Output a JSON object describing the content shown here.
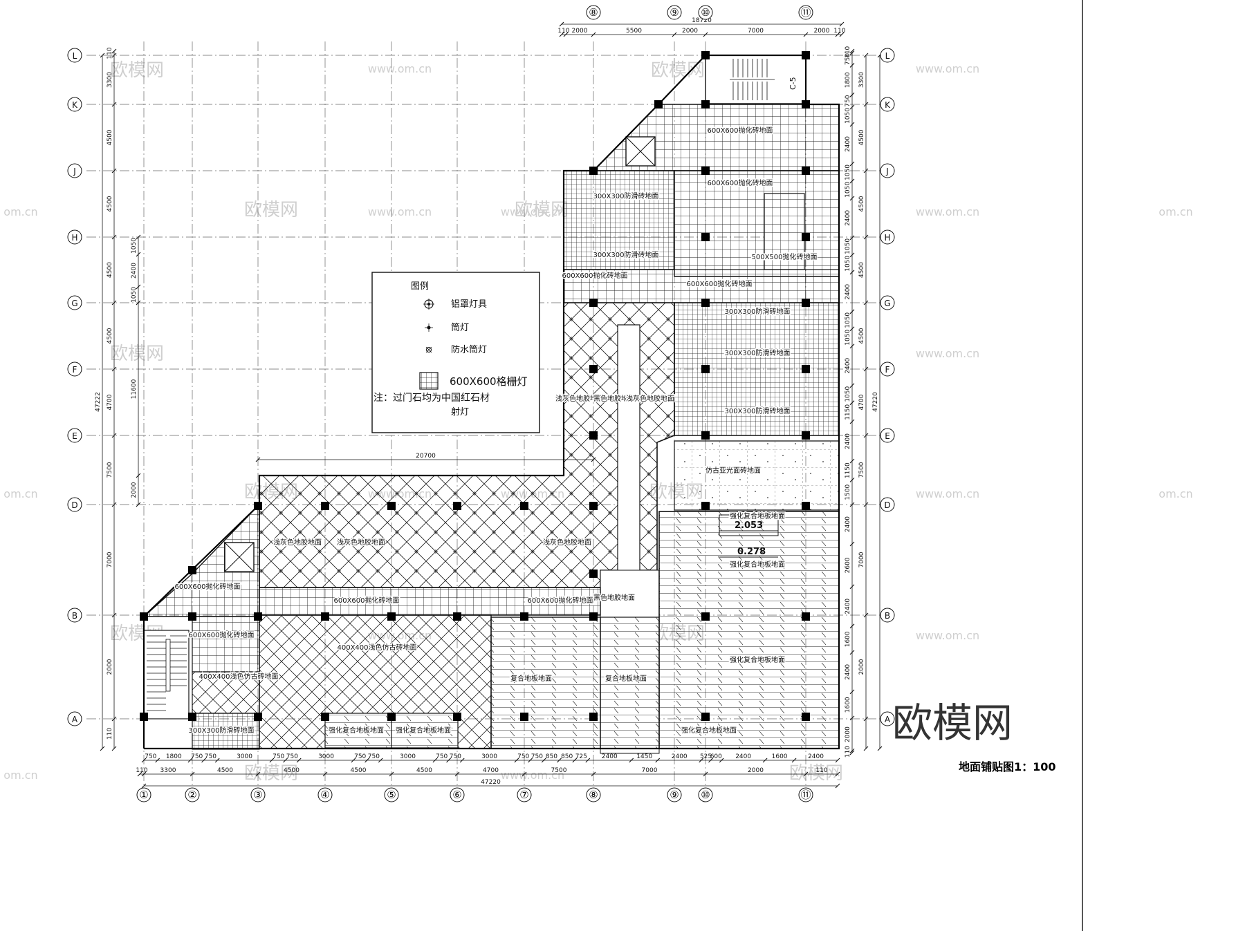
{
  "drawing": {
    "title": "地面铺贴图1：100",
    "brand": "欧模网"
  },
  "axes": {
    "columns": [
      "①",
      "②",
      "③",
      "④",
      "⑤",
      "⑥",
      "⑦",
      "⑧",
      "⑨",
      "⑩",
      "⑪"
    ],
    "rows": [
      "L",
      "K",
      "J",
      "H",
      "G",
      "F",
      "E",
      "D",
      "B",
      "A"
    ]
  },
  "dimensions": {
    "top_total": "18720",
    "top": [
      "110",
      "2000",
      "5500",
      "2000",
      "7000",
      "2000",
      "110"
    ],
    "bottom_total": "47220",
    "bottom": [
      "110",
      "3300",
      "4500",
      "4500",
      "4500",
      "4500",
      "4700",
      "7500",
      "7000",
      "2000",
      "110"
    ],
    "bottom_detail": [
      "750",
      "1800",
      "750",
      "750",
      "3000",
      "750",
      "750",
      "3000",
      "750",
      "750",
      "3000",
      "750",
      "750",
      "3000",
      "750",
      "750",
      "850",
      "850",
      "725",
      "2400",
      "1450",
      "2400",
      "525",
      "600",
      "2400",
      "1600",
      "2400"
    ],
    "left_total": "47222",
    "left": [
      "110",
      "3300",
      "4500",
      "4500",
      "4500",
      "4500",
      "4700",
      "7500",
      "7000",
      "2000",
      "110"
    ],
    "left_inner": [
      "1050",
      "2400",
      "1050",
      "11600",
      "2000"
    ],
    "right_total": "47220",
    "right_detail": [
      "110",
      "750",
      "1800",
      "750",
      "1050",
      "2400",
      "1050",
      "1050",
      "2400",
      "1050",
      "1050",
      "2400",
      "1050",
      "1050",
      "2400",
      "1050",
      "1150",
      "2400",
      "1150",
      "1500",
      "2400",
      "2600",
      "2400",
      "1600",
      "2400",
      "1600",
      "2000",
      "110"
    ],
    "right_major": [
      "3300",
      "4500",
      "4500",
      "4500",
      "4500",
      "4700",
      "7500",
      "7000",
      "2000"
    ],
    "span": "20700"
  },
  "legend": {
    "heading": "图例",
    "items": [
      "铝罩灯具",
      "筒灯",
      "防水筒灯",
      "600X600格栅灯"
    ],
    "note": "注：过门石均为中国红石材",
    "extra": "射灯"
  },
  "rooms": [
    "600X600抛化砖地面",
    "600X600抛化砖地面",
    "300X300防滑砖地面",
    "300X300防滑砖地面",
    "500X500抛化砖地面",
    "600X600抛化砖地面",
    "600X600抛化砖地面",
    "300X300防滑砖地面",
    "300X300防滑砖地面",
    "300X300防滑砖地面",
    "浅灰色地胶地面",
    "黑色地胶地面",
    "浅灰色地胶地面",
    "仿古亚光面砖地面",
    "浅灰色地胶地面",
    "浅灰色地胶地面",
    "浅灰色地胶地面",
    "强化复合地板地面",
    "黑色地胶地面",
    "强化复合地板地面",
    "600X600抛化砖地面",
    "600X600抛化砖地面",
    "600X600抛化砖地面",
    "600X600抛化砖地面",
    "400X400浅色仿古砖地面",
    "400X400浅色仿古砖地面",
    "复合地板地面",
    "复合地板地面",
    "强化复合地板地面",
    "300X300防滑砖地面",
    "强化复合地板地面",
    "强化复合地板地面",
    "强化复合地板地面"
  ],
  "levels": [
    "2.053",
    "0.278"
  ],
  "tag": "C-5",
  "watermarks": [
    "欧模网",
    "www.om.cn",
    "om.cn"
  ]
}
